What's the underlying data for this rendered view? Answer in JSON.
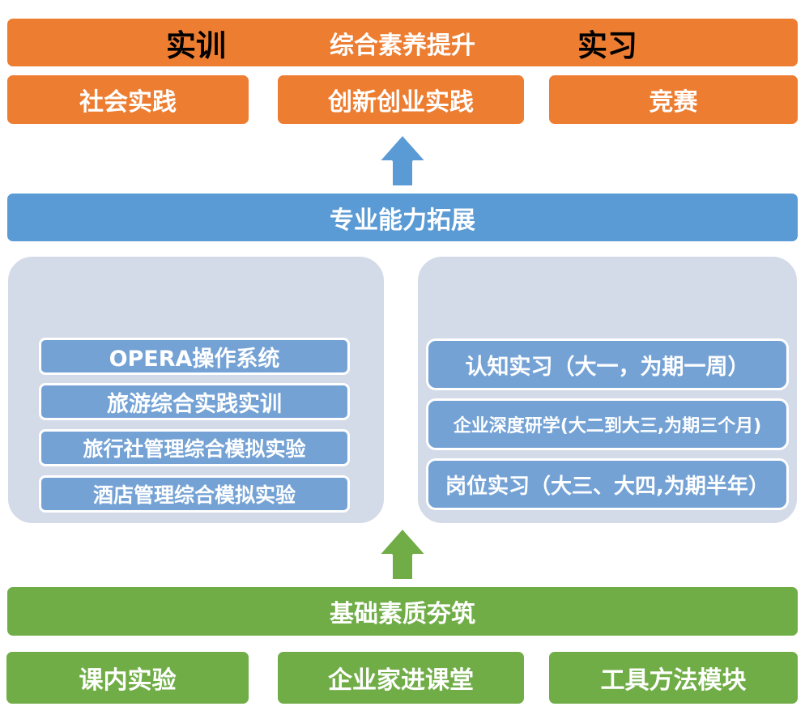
{
  "colors": {
    "orange": "#ED7D31",
    "blue": "#5B9BD5",
    "green": "#70AD47",
    "panel_light_blue": "#D3DAE8",
    "inner_box_blue": "#74A2D5",
    "border_white": "#FFFFFF"
  },
  "top_tier": {
    "banner": "综合素养提升",
    "items": [
      "社会实践",
      "创新创业实践",
      "竞赛"
    ]
  },
  "middle_tier": {
    "banner": "专业能力拓展",
    "training_panel": {
      "title": "实训",
      "items": [
        "OPERA操作系统",
        "旅游综合实践实训",
        "旅行社管理综合模拟实验",
        "酒店管理综合模拟实验"
      ]
    },
    "internship_panel": {
      "title": "实习",
      "items": [
        "认知实习（大一，为期一周）",
        "企业深度研学(大二到大三,为期三个月)",
        "岗位实习（大三、大四,为期半年）"
      ]
    }
  },
  "bottom_tier": {
    "banner": "基础素质夯筑",
    "items": [
      "课内实验",
      "企业家进课堂",
      "工具方法模块"
    ]
  }
}
